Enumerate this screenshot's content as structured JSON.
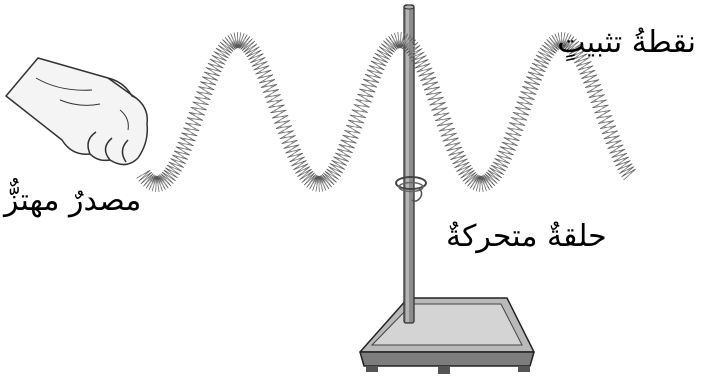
{
  "labels": {
    "fixed_point": "نقطةُ تثبيتٍ",
    "moving_ring": "حلقةٌ متحركةٌ",
    "vibration_source": "مصدرٌ مهتزٌّ"
  },
  "colors": {
    "ink": "#000000",
    "spring": "#555555",
    "rod": "#8c8c8c",
    "base_top": "#c8c8c8",
    "base_side": "#8a8a8a",
    "glove": "#f4f4f4",
    "glove_stroke": "#333333"
  }
}
